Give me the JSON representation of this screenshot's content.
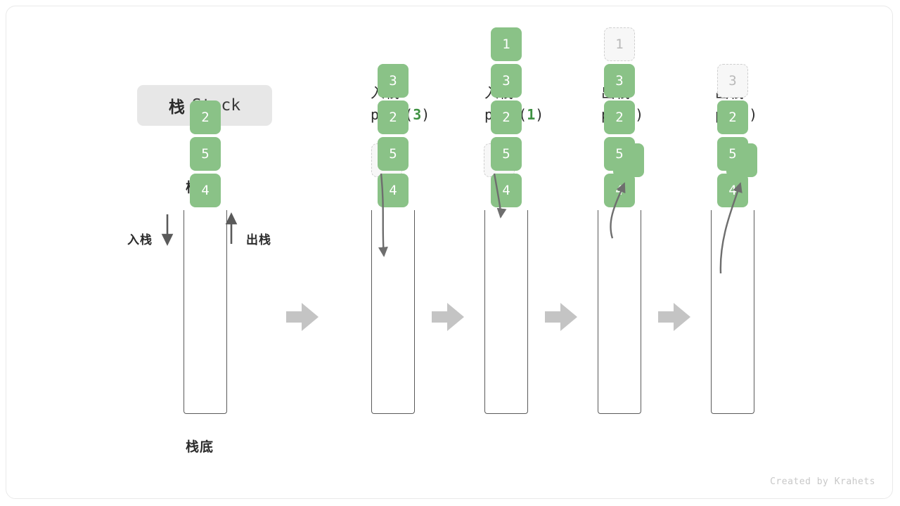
{
  "title": {
    "cn": "栈",
    "en": "Stack"
  },
  "labels": {
    "top": "栈顶",
    "bottom": "栈底",
    "push_side": "入栈",
    "pop_side": "出栈"
  },
  "colors": {
    "element": "#8ac287",
    "ghost_text": "#b9b9b9",
    "arrow": "#6e6e6e",
    "connector": "#c4c4c4",
    "accent_text": "#3f9142",
    "badge_bg": "#e7e7e7"
  },
  "columns": [
    {
      "id": "initial",
      "header_op": "",
      "header_fn_prefix": "",
      "header_arg": "",
      "header_fn_suffix": "",
      "stack": [
        "4",
        "5",
        "2"
      ],
      "ghost_in_stack": null,
      "float_box": null
    },
    {
      "id": "push-3",
      "header_op": "入栈",
      "header_fn_prefix": "push(",
      "header_arg": "3",
      "header_fn_suffix": ")",
      "stack": [
        "4",
        "5",
        "2",
        "3"
      ],
      "ghost_in_stack": null,
      "float_box": {
        "value": "3",
        "style": "ghost"
      }
    },
    {
      "id": "push-1",
      "header_op": "入栈",
      "header_fn_prefix": "push(",
      "header_arg": "1",
      "header_fn_suffix": ")",
      "stack": [
        "4",
        "5",
        "2",
        "3",
        "1"
      ],
      "ghost_in_stack": null,
      "float_box": {
        "value": "1",
        "style": "ghost"
      }
    },
    {
      "id": "pop-1",
      "header_op": "出栈",
      "header_fn_prefix": "pop(",
      "header_arg": "",
      "header_fn_suffix": ")",
      "stack": [
        "4",
        "5",
        "2",
        "3"
      ],
      "ghost_in_stack": "1",
      "float_box": {
        "value": "1",
        "style": "filled"
      }
    },
    {
      "id": "pop-3",
      "header_op": "出栈",
      "header_fn_prefix": "pop(",
      "header_arg": "",
      "header_fn_suffix": ")",
      "stack": [
        "4",
        "5",
        "2"
      ],
      "ghost_in_stack": "3",
      "float_box": {
        "value": "3",
        "style": "filled"
      }
    }
  ],
  "footer": "Created by Krahets"
}
